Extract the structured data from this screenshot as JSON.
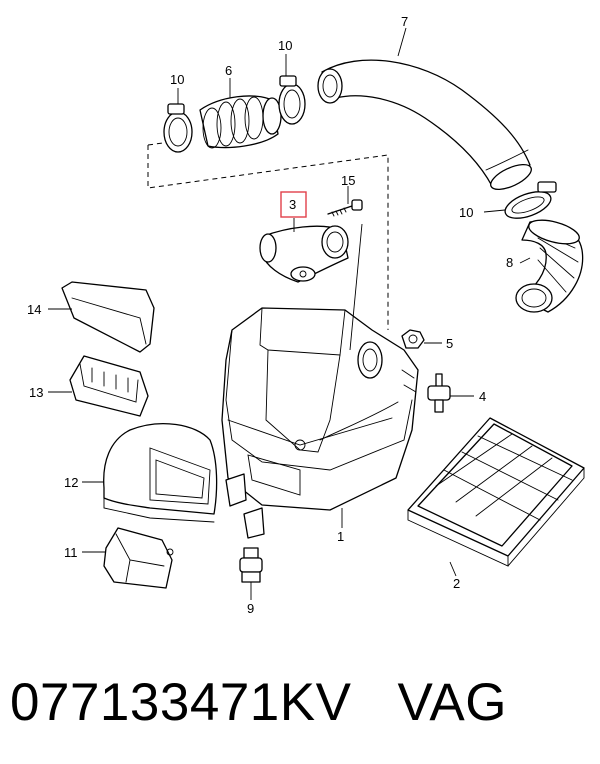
{
  "callouts": {
    "c1": "1",
    "c2": "2",
    "c3": "3",
    "c4": "4",
    "c5": "5",
    "c6": "6",
    "c7": "7",
    "c8": "8",
    "c9": "9",
    "c10a": "10",
    "c10b": "10",
    "c10c": "10",
    "c11": "11",
    "c12": "12",
    "c13": "13",
    "c14": "14",
    "c15": "15"
  },
  "highlight_color": "#e0404a",
  "caption": {
    "part_number": "077133471KV",
    "brand": "VAG"
  }
}
